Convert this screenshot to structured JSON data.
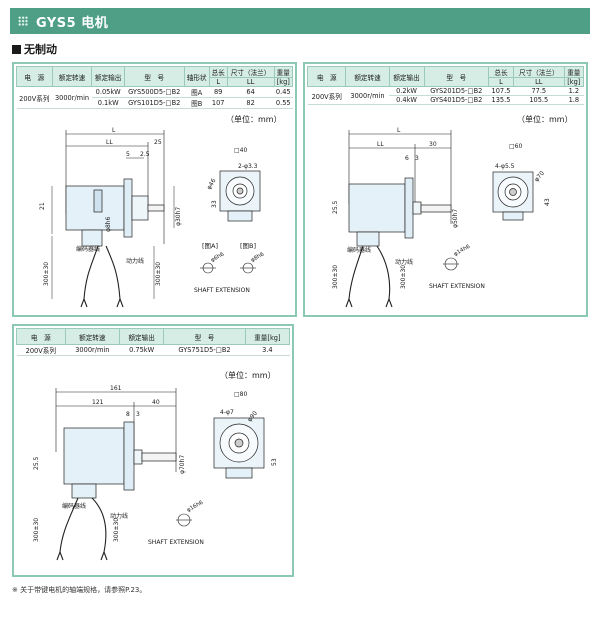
{
  "header": {
    "title": "GYS5 电机"
  },
  "section": {
    "title": "无制动"
  },
  "panel1": {
    "columns": {
      "power": "电　源",
      "speed": "额定转速",
      "output": "额定输出",
      "model": "型　号",
      "shaft": "轴形状",
      "total": "总长",
      "dim": "尺寸（法兰）",
      "weight": "重量",
      "L": "L",
      "LL": "LL",
      "kg": "[kg]"
    },
    "rows": [
      {
        "power": "200V系列",
        "speed": "3000r/min",
        "output": "0.05kW",
        "model": "GYS500D5-□B2",
        "shaft": "图A",
        "L": "89",
        "LL": "64",
        "weight": "0.45"
      },
      {
        "power": "",
        "speed": "",
        "output": "0.1kW",
        "model": "GYS101D5-□B2",
        "shaft": "图B",
        "L": "107",
        "LL": "82",
        "weight": "0.55"
      }
    ],
    "unit": "（单位：mm）",
    "dims": {
      "L": "L",
      "LL": "LL",
      "d25": "25",
      "d5": "5",
      "d25b": "2.5",
      "d21": "21",
      "d300a": "300±30",
      "d300b": "300±30",
      "phi30": "φ30h7",
      "phi8": "φ8h6",
      "sq40": "□40",
      "holes": "2-φ3.3",
      "phi46": "φ46",
      "d33": "33"
    },
    "labels": {
      "encoder": "编码器线",
      "power_line": "动力线",
      "figA": "[图A]",
      "figB": "[图B]",
      "shaft_ext": "SHAFT EXTENSION",
      "phi6": "φ6h6",
      "phi8b": "φ8h6"
    }
  },
  "panel2": {
    "columns": {
      "power": "电　源",
      "speed": "额定转速",
      "output": "额定输出",
      "model": "型　号",
      "total": "总长",
      "dim": "尺寸（法兰）",
      "weight": "重量",
      "L": "L",
      "LL": "LL",
      "kg": "[kg]"
    },
    "rows": [
      {
        "power": "200V系列",
        "speed": "3000r/min",
        "output": "0.2kW",
        "model": "GYS201D5-□B2",
        "L": "107.5",
        "LL": "77.5",
        "weight": "1.2"
      },
      {
        "power": "",
        "speed": "",
        "output": "0.4kW",
        "model": "GYS401D5-□B2",
        "L": "135.5",
        "LL": "105.5",
        "weight": "1.8"
      }
    ],
    "unit": "（单位：mm）",
    "dims": {
      "L": "L",
      "LL": "LL",
      "d30": "30",
      "d6": "6",
      "d3": "3",
      "d255": "25.5",
      "d300a": "300±30",
      "d300b": "300±30",
      "phi50": "φ50h7",
      "sq60": "□60",
      "holes": "4-φ5.5",
      "phi70": "φ70",
      "d43": "43"
    },
    "labels": {
      "encoder": "编码器线",
      "power_line": "动力线",
      "shaft_ext": "SHAFT EXTENSION",
      "phi14": "φ14h6"
    }
  },
  "panel3": {
    "columns": {
      "power": "电　源",
      "speed": "额定转速",
      "output": "额定输出",
      "model": "型　号",
      "weight": "重量[kg]"
    },
    "rows": [
      {
        "power": "200V系列",
        "speed": "3000r/min",
        "output": "0.75kW",
        "model": "GYS751D5-□B2",
        "weight": "3.4"
      }
    ],
    "unit": "（单位：mm）",
    "dims": {
      "d161": "161",
      "d121": "121",
      "d40": "40",
      "d8": "8",
      "d3": "3",
      "d255": "25.5",
      "d300a": "300±30",
      "d300b": "300±30",
      "phi70": "φ70h7",
      "sq80": "□80",
      "holes": "4-φ7",
      "phi90": "φ90",
      "d53": "53"
    },
    "labels": {
      "encoder": "编码器线",
      "power_line": "动力线",
      "shaft_ext": "SHAFT EXTENSION",
      "phi16": "φ16h6"
    }
  },
  "footnote": "※ 关于带键电机的轴端规格，请参照P.23。"
}
